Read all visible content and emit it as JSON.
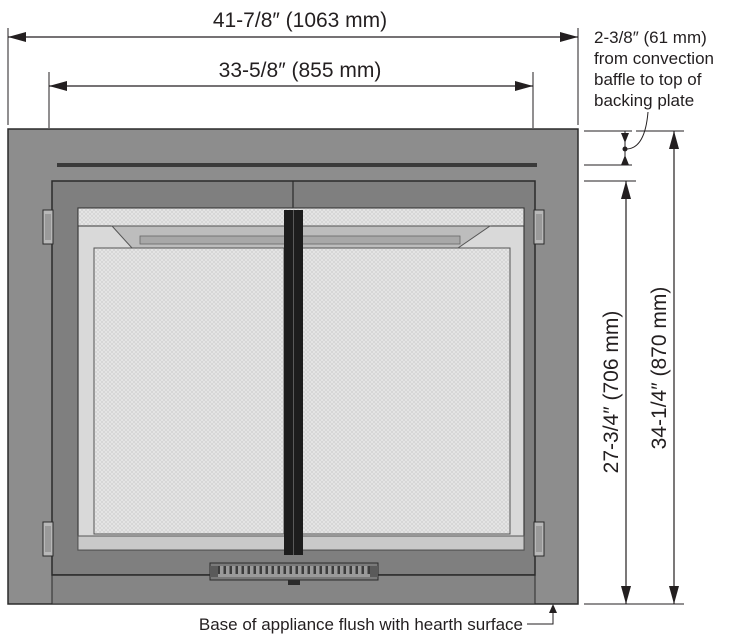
{
  "dimensions": {
    "overall_width": "41-7/8″ (1063 mm)",
    "inner_width": "33-5/8″ (855 mm)",
    "baffle_gap_lines": [
      "2-3/8″ (61 mm)",
      "from convection",
      "baffle to top of",
      "backing plate"
    ],
    "door_height": "27-3/4″ (706 mm)",
    "overall_height": "34-1/4″ (870 mm)"
  },
  "notes": {
    "base": "Base of appliance flush with hearth surface"
  }
}
